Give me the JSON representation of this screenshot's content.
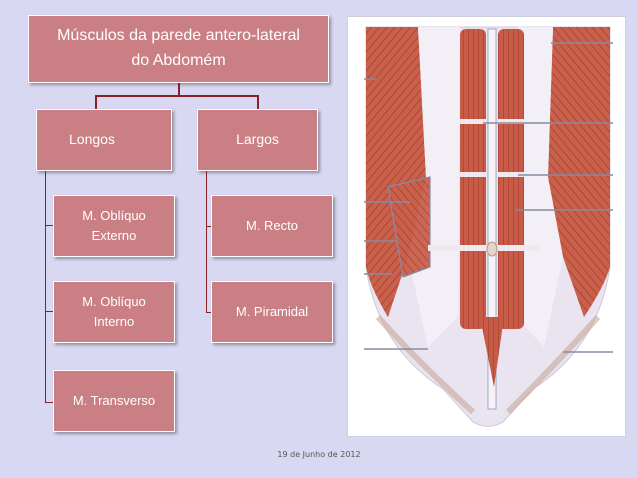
{
  "title": {
    "line1": "Músculos da parede antero-lateral",
    "line2": "do Abdomém"
  },
  "groups": {
    "left": {
      "label": "Longos",
      "items": [
        [
          "M. Oblíquo",
          "Externo"
        ],
        [
          "M. Oblíquo",
          "Interno"
        ],
        [
          "M. Transverso"
        ]
      ]
    },
    "right": {
      "label": "Largos",
      "items": [
        [
          "M. Recto"
        ],
        [
          "M. Piramidal"
        ]
      ]
    }
  },
  "footer": "19 de Junho de 2012",
  "colors": {
    "background": "#d9d8f3",
    "box": "#c97f83",
    "connector": "#8a1f2a",
    "text": "#ffffff"
  },
  "image": {
    "subject": "anatomical illustration of anterior abdominal wall muscles",
    "leader_line_labels": []
  }
}
